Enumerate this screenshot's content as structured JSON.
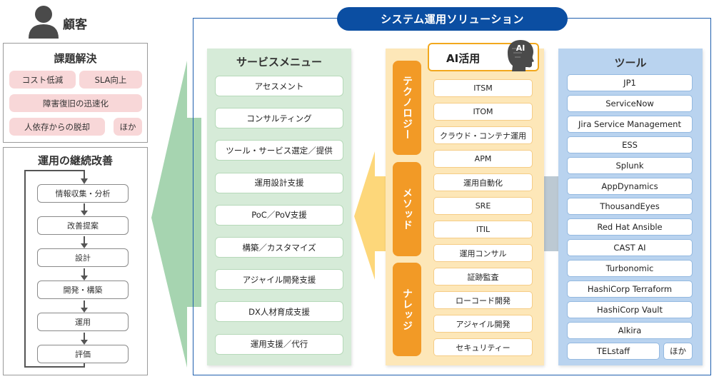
{
  "customer": {
    "label": "顧客",
    "icon": "person-icon"
  },
  "issues": {
    "title": "課題解決",
    "items": [
      "コスト低減",
      "SLA向上",
      "障害復旧の迅速化",
      "人依存からの脱却",
      "ほか"
    ]
  },
  "improvement": {
    "title": "運用の継続改善",
    "steps": [
      "情報収集・分析",
      "改善提案",
      "設計",
      "開発・構築",
      "運用",
      "評価"
    ]
  },
  "solution": {
    "title": "システム運用ソリューション"
  },
  "service_menu": {
    "title": "サービスメニュー",
    "items": [
      "アセスメント",
      "コンサルティング",
      "ツール・サービス選定／提供",
      "運用設計支援",
      "PoC／PoV支援",
      "構築／カスタマイズ",
      "アジャイル開発支援",
      "DX人材育成支援",
      "運用支援／代行"
    ]
  },
  "ai": {
    "title": "AI活用",
    "icon": "ai-head-icon",
    "icon_text": "AI",
    "categories": [
      {
        "label": "テクノロジー",
        "items": [
          "ITSM",
          "ITOM",
          "クラウド・コンテナ運用",
          "APM"
        ]
      },
      {
        "label": "メソッド",
        "items": [
          "運用自動化",
          "SRE",
          "ITIL",
          "運用コンサル"
        ]
      },
      {
        "label": "ナレッジ",
        "items": [
          "証跡監査",
          "ローコード開発",
          "アジャイル開発",
          "セキュリティー"
        ]
      }
    ]
  },
  "tools": {
    "title": "ツール",
    "items": [
      "JP1",
      "ServiceNow",
      "Jira Service Management",
      "ESS",
      "Splunk",
      "AppDynamics",
      "ThousandEyes",
      "Red Hat Ansible",
      "CAST AI",
      "Turbonomic",
      "HashiCorp Terraform",
      "HashiCorp Vault",
      "Alkira",
      "TELstaff",
      "ほか"
    ]
  },
  "colors": {
    "brand_blue": "#0b4ea2",
    "service_green": "#d6ebd8",
    "arrow_green": "#a6d4b0",
    "ai_yellow": "#fde7b8",
    "arrow_yellow": "#fdd77a",
    "tab_orange": "#f29a26",
    "tools_blue": "#b9d3ef",
    "issue_pink": "#f8d7d8"
  }
}
